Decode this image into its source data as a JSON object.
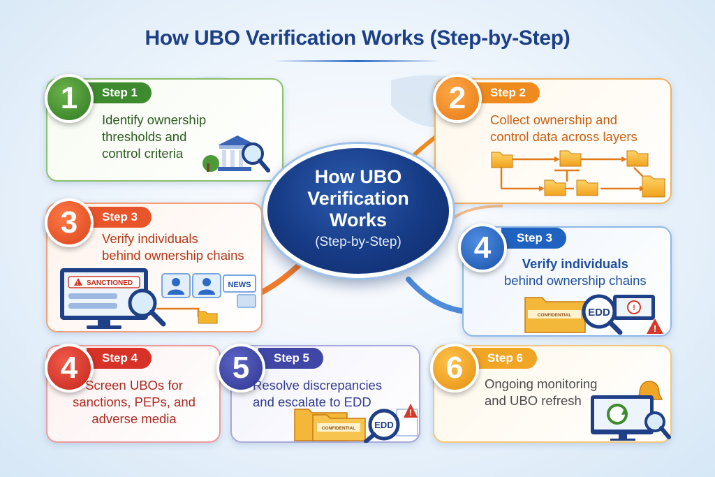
{
  "title": "How UBO Verification Works (Step-by-Step)",
  "center": {
    "line1": "How UBO",
    "line2": "Verification",
    "line3": "Works",
    "line4": "(Step-by-Step)"
  },
  "steps": [
    {
      "number": "1",
      "label": "Step 1",
      "lines": [
        "Identify ownership",
        "thresholds and",
        "control criteria"
      ],
      "color": "#3e8a2f"
    },
    {
      "number": "2",
      "label": "Step 2",
      "lines": [
        "Collect ownership and",
        "control data across layers"
      ],
      "color": "#ef8b1e"
    },
    {
      "number": "3",
      "label": "Step 3",
      "lines": [
        "Verify individuals",
        "behind ownership chains"
      ],
      "color": "#e8552a"
    },
    {
      "number": "4",
      "label": "Step 3",
      "lines": [
        "Verify individuals",
        "behind ownership chains"
      ],
      "color": "#1f62bf"
    },
    {
      "number": "4",
      "label": "Step 4",
      "lines": [
        "Screen UBOs for",
        "sanctions, PEPs, and",
        "adverse media"
      ],
      "color": "#d63228"
    },
    {
      "number": "5",
      "label": "Step 5",
      "lines": [
        "Resolve discrepancies",
        "and escalate to EDD"
      ],
      "color": "#3f46a6"
    },
    {
      "number": "6",
      "label": "Step 6",
      "lines": [
        "Ongoing monitoring",
        "and UBO refresh"
      ],
      "color": "#f0a525"
    }
  ],
  "icons": {
    "sanctioned_label": "SANCTIONED",
    "news_label": "NEWS",
    "edd_label": "EDD",
    "confidential_label": "CONFIDENTIAL",
    "bank": "bank-icon",
    "magnifier": "magnifier-icon",
    "folder": "folder-icon",
    "warning": "warning-icon",
    "bell": "bell-icon",
    "refresh": "refresh-icon"
  }
}
